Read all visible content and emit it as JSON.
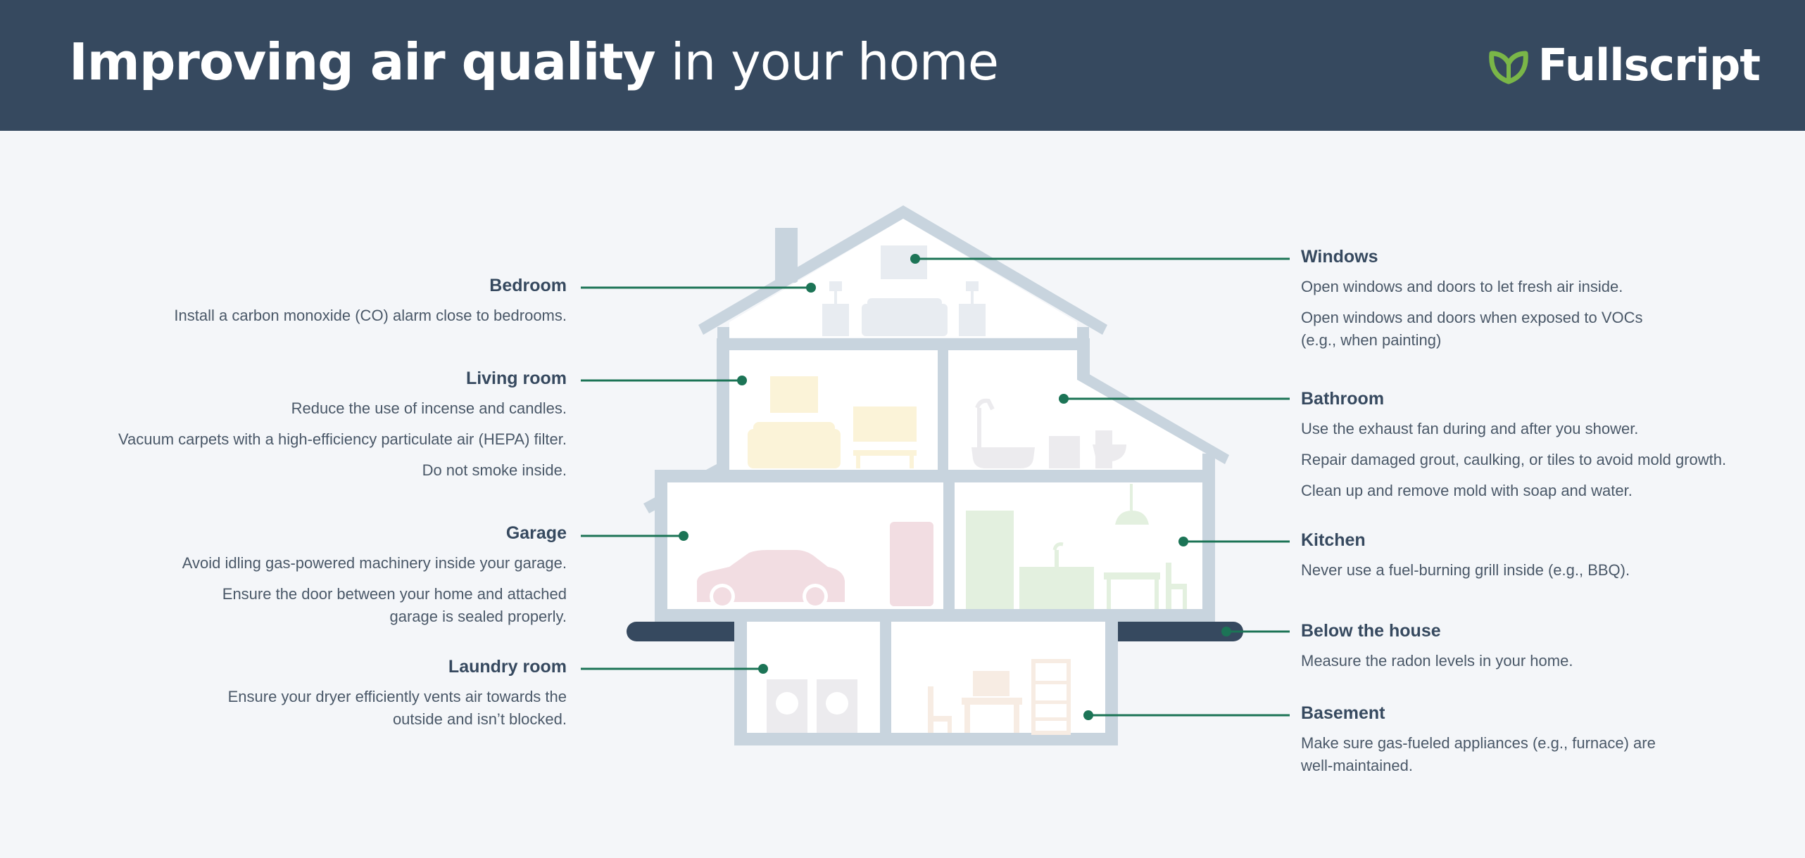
{
  "header": {
    "title_bold": "Improving air quality",
    "title_rest": " in your home",
    "brand": "Fullscript"
  },
  "colors": {
    "header_bg": "#36495f",
    "background": "#f4f6f9",
    "accent_green": "#1c7456",
    "house_frame": "#c8d4de",
    "logo_green": "#7ab648"
  },
  "labels": {
    "bedroom": {
      "title": "Bedroom",
      "items": [
        "Install a carbon monoxide (CO) alarm close to bedrooms."
      ]
    },
    "living_room": {
      "title": "Living room",
      "items": [
        "Reduce the use of incense and candles.",
        "Vacuum carpets with a high-efficiency particulate air (HEPA) filter.",
        "Do not smoke inside."
      ]
    },
    "garage": {
      "title": "Garage",
      "items": [
        "Avoid idling gas-powered machinery inside your garage.",
        "Ensure the door between your home and attached garage is sealed properly."
      ]
    },
    "laundry_room": {
      "title": "Laundry room",
      "items": [
        "Ensure your dryer efficiently vents air towards the outside and isn’t blocked."
      ]
    },
    "windows": {
      "title": "Windows",
      "items": [
        "Open windows and doors to let fresh air inside.",
        "Open windows and doors when exposed to  VOCs (e.g., when painting)"
      ]
    },
    "bathroom": {
      "title": "Bathroom",
      "items": [
        "Use the exhaust fan during and after you shower.",
        "Repair damaged grout, caulking, or tiles to avoid mold growth.",
        "Clean up and remove mold with soap and water."
      ]
    },
    "kitchen": {
      "title": "Kitchen",
      "items": [
        "Never use a fuel-burning grill inside (e.g., BBQ)."
      ]
    },
    "below_house": {
      "title": "Below the house",
      "items": [
        "Measure the radon levels in your home."
      ]
    },
    "basement": {
      "title": "Basement",
      "items": [
        "Make sure gas-fueled appliances (e.g., furnace) are well-maintained."
      ]
    }
  }
}
